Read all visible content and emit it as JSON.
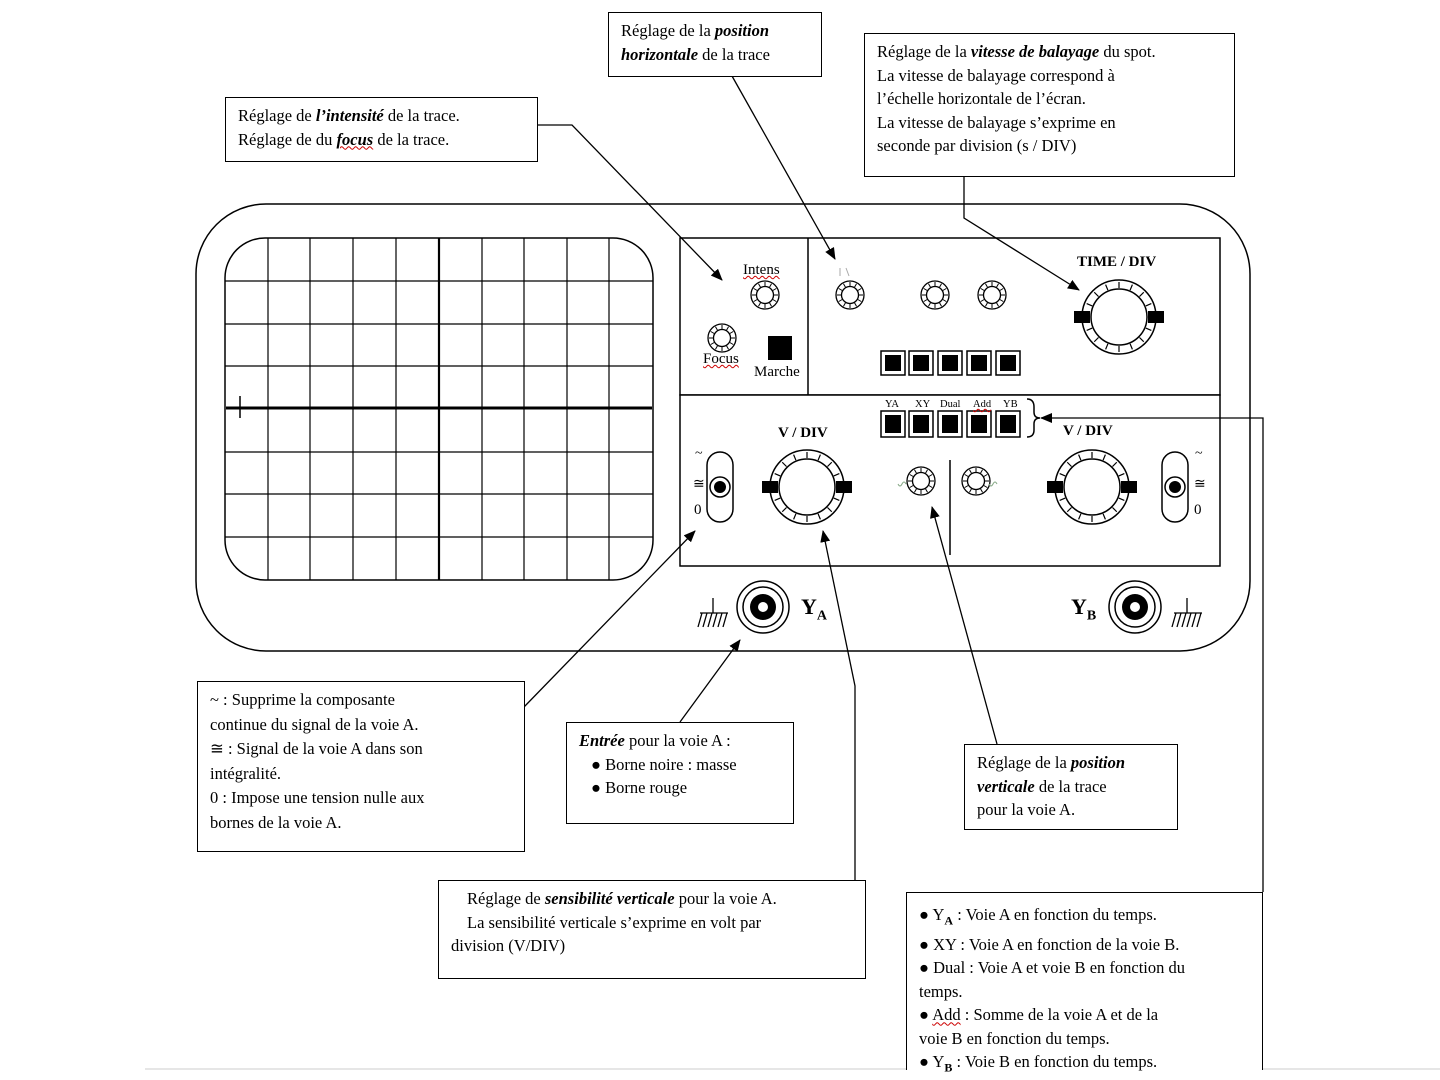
{
  "annotations": {
    "intensity": {
      "l1_pre": "Réglage de ",
      "l1_em": "l’intensité",
      "l1_post": " de la trace.",
      "l2_pre": "Réglage de du ",
      "l2_em": "focus",
      "l2_post": " de la trace."
    },
    "horizontal_position": {
      "pre": "Réglage de la ",
      "em1": "position",
      "em2": "horizontale",
      "post": " de la trace"
    },
    "sweep_speed": {
      "pre": "Réglage de la ",
      "em": "vitesse de balayage",
      "post": " du spot.",
      "l2": "La vitesse de balayage correspond à",
      "l3": "l’échelle horizontale de l’écran.",
      "l4": "La vitesse de balayage s’exprime en",
      "l5": "seconde par division (s / DIV)"
    },
    "coupling": {
      "l1": "~ : Supprime la composante",
      "l2": "continue du signal de la voie A.",
      "l3": "≅ : Signal de la voie A dans son",
      "l4": "intégralité.",
      "l5": "0 : Impose une tension nulle aux",
      "l6": "bornes de la  voie A."
    },
    "input": {
      "em": "Entrée",
      "post": " pour la voie A :",
      "b1": "● Borne noire : masse",
      "b2": "● Borne rouge"
    },
    "vertical_position": {
      "pre": "Réglage de la ",
      "em1": "position",
      "em2": "verticale",
      "post": " de la trace",
      "l3": "pour la voie A."
    },
    "sensitivity": {
      "pre": "Réglage de ",
      "em": "sensibilité verticale",
      "post": " pour la voie A.",
      "l2": "La sensibilité verticale s’exprime en volt par",
      "l3": "division (V/DIV)"
    },
    "modes": {
      "m1_name": "● Y",
      "m1_sub": "A",
      "m1_desc": " : Voie A en fonction du temps.",
      "m2": "● XY  : Voie A en fonction de la voie B.",
      "m3a": "● Dual  : Voie A et voie B en fonction du",
      "m3b": "temps.",
      "m4a_pre": "● ",
      "m4a_em": "Add",
      "m4a_post": " : Somme de la voie A et de la",
      "m4b": "voie B en fonction du temps.",
      "m5_name": "● Y",
      "m5_sub": "B",
      "m5_desc": " : Voie B en fonction du temps."
    }
  },
  "panel": {
    "intens": "Intens",
    "focus": "Focus",
    "marche": "Marche",
    "time_div": "TIME / DIV",
    "vdiv_a": "V / DIV",
    "vdiv_b": "V / DIV",
    "modes": [
      "YA",
      "XY",
      "Dual",
      "Add",
      "YB"
    ],
    "coupling_ac": "~",
    "coupling_dc": "≅",
    "coupling_gnd": "0",
    "ya_main": "Y",
    "ya_sub": "A",
    "yb_main": "Y",
    "yb_sub": "B"
  }
}
